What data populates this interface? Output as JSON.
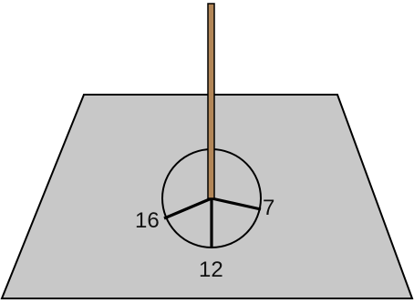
{
  "diagram": {
    "labels": {
      "left": "16",
      "right": "7",
      "bottom": "12"
    }
  },
  "colors": {
    "ground_fill": "#c8c8c8",
    "ground_stroke": "#000000",
    "pole_fill": "#b28658",
    "pole_stroke": "#000000",
    "line_stroke": "#000000",
    "background": "#ffffff"
  }
}
